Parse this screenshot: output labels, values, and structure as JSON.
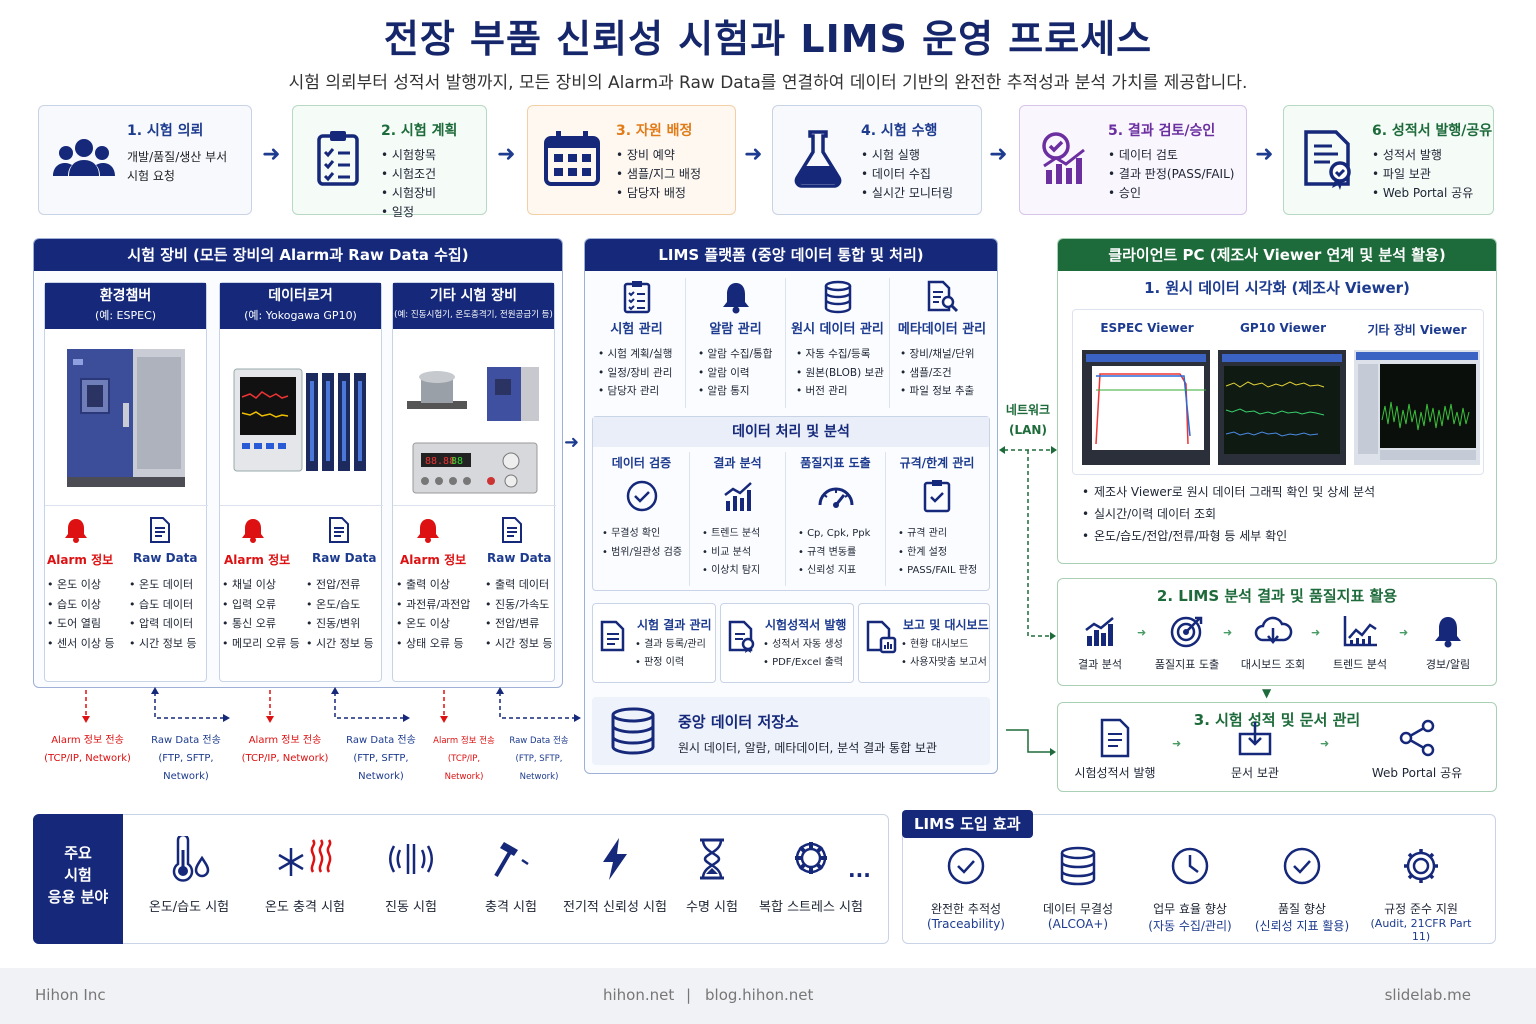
{
  "title": "전장 부품 신뢰성 시험과 LIMS 운영 프로세스",
  "subtitle": "시험 의뢰부터 성적서 발행까지, 모든 장비의 Alarm과 Raw Data를 연결하여 데이터 기반의 완전한 추적성과 분석 가치를 제공합니다.",
  "stages": [
    {
      "title": "1. 시험 의뢰",
      "desc_lines": [
        "개발/품질/생산 부서",
        "시험 요청"
      ],
      "icon": "users-icon",
      "color": "#1d3b8f"
    },
    {
      "title": "2. 시험 계획",
      "items": [
        "시험항목",
        "시험조건",
        "시험장비",
        "일정"
      ],
      "icon": "clipboard-icon",
      "color": "#1d6b3a"
    },
    {
      "title": "3. 자원 배정",
      "items": [
        "장비 예약",
        "샘플/지그 배정",
        "담당자 배정"
      ],
      "icon": "calendar-icon",
      "color": "#e07b18"
    },
    {
      "title": "4. 시험 수행",
      "items": [
        "시험 실행",
        "데이터 수집",
        "실시간 모니터링"
      ],
      "icon": "flask-icon",
      "color": "#1d3b8f"
    },
    {
      "title": "5. 결과 검토/승인",
      "items": [
        "데이터 검토",
        "결과 판정(PASS/FAIL)",
        "승인"
      ],
      "icon": "review-chart-icon",
      "color": "#6b2fa0"
    },
    {
      "title": "6. 성적서 발행/공유",
      "items": [
        "성적서 발행",
        "파일 보관",
        "Web Portal 공유"
      ],
      "icon": "certificate-icon",
      "color": "#1d6b3a"
    }
  ],
  "equipment": {
    "header": "시험 장비 (모든 장비의 Alarm과 Raw Data 수집)",
    "columns": [
      {
        "name": "환경챔버",
        "example": "(예: ESPEC)",
        "alarm_title": "Alarm 정보",
        "alarm_items": [
          "온도 이상",
          "습도 이상",
          "도어 열림",
          "센서 이상 등"
        ],
        "raw_title": "Raw Data",
        "raw_items": [
          "온도 데이터",
          "습도 데이터",
          "압력 데이터",
          "시간 정보 등"
        ]
      },
      {
        "name": "데이터로거",
        "example": "(예: Yokogawa GP10)",
        "alarm_title": "Alarm 정보",
        "alarm_items": [
          "채널 이상",
          "입력 오류",
          "통신 오류",
          "메모리 오류 등"
        ],
        "raw_title": "Raw Data",
        "raw_items": [
          "전압/전류",
          "온도/습도",
          "진동/변위",
          "시간 정보 등"
        ]
      },
      {
        "name": "기타 시험 장비",
        "example": "(예: 진동시험기, 온도충격기, 전원공급기 등)",
        "alarm_title": "Alarm 정보",
        "alarm_items": [
          "출력 이상",
          "과전류/과전압",
          "온도 이상",
          "상태 오류 등"
        ],
        "raw_title": "Raw Data",
        "raw_items": [
          "출력 데이터",
          "진동/가속도",
          "전압/변류",
          "시간 정보 등"
        ]
      }
    ],
    "transfers": [
      {
        "label": "Alarm 정보 전송",
        "proto": "(TCP/IP, Network)",
        "kind": "alarm"
      },
      {
        "label": "Raw Data 전송",
        "proto": "(FTP, SFTP, Network)",
        "kind": "raw"
      },
      {
        "label": "Alarm 정보 전송",
        "proto": "(TCP/IP, Network)",
        "kind": "alarm"
      },
      {
        "label": "Raw Data 전송",
        "proto": "(FTP, SFTP, Network)",
        "kind": "raw"
      },
      {
        "label": "Alarm 정보 전송",
        "proto": "(TCP/IP, Network)",
        "kind": "alarm"
      },
      {
        "label": "Raw Data 전송",
        "proto": "(FTP, SFTP, Network)",
        "kind": "raw"
      }
    ]
  },
  "lims": {
    "header": "LIMS 플랫폼 (중앙 데이터 통합 및 처리)",
    "modules": [
      {
        "title": "시험 관리",
        "items": [
          "시험 계획/실행",
          "일정/장비 관리",
          "담당자 관리"
        ],
        "icon": "checklist-icon"
      },
      {
        "title": "알람 관리",
        "items": [
          "알람 수집/통합",
          "알람 이력",
          "알람 통지"
        ],
        "icon": "bell-icon"
      },
      {
        "title": "원시 데이터 관리",
        "items": [
          "자동 수집/등록",
          "원본(BLOB) 보관",
          "버전 관리"
        ],
        "icon": "database-icon"
      },
      {
        "title": "메타데이터 관리",
        "items": [
          "장비/채널/단위",
          "샘플/조건",
          "파일 정보 추출"
        ],
        "icon": "file-search-icon"
      }
    ],
    "processing_header": "데이터 처리 및 분석",
    "processing": [
      {
        "title": "데이터 검증",
        "items": [
          "무결성 확인",
          "범위/일관성 검증"
        ],
        "icon": "check-circle-icon"
      },
      {
        "title": "결과 분석",
        "items": [
          "트렌드 분석",
          "비교 분석",
          "이상치 탐지"
        ],
        "icon": "bar-chart-icon"
      },
      {
        "title": "품질지표 도출",
        "items": [
          "Cp, Cpk, Ppk",
          "규격 변동률",
          "신뢰성 지표"
        ],
        "icon": "gauge-icon"
      },
      {
        "title": "규격/한계 관리",
        "items": [
          "규격 관리",
          "한계 설정",
          "PASS/FAIL 판정"
        ],
        "icon": "clipboard-check-icon"
      }
    ],
    "outputs": [
      {
        "title": "시험 결과 관리",
        "items": [
          "결과 등록/관리",
          "판정 이력"
        ],
        "icon": "doc-list-icon"
      },
      {
        "title": "시험성적서 발행",
        "items": [
          "성적서 자동 생성",
          "PDF/Excel 출력"
        ],
        "icon": "certificate-icon"
      },
      {
        "title": "보고 및 대시보드",
        "items": [
          "현황 대시보드",
          "사용자맞춤 보고서"
        ],
        "icon": "report-icon"
      }
    ],
    "storage_title": "중앙 데이터 저장소",
    "storage_desc": "원시 데이터, 알람, 메타데이터, 분석 결과 통합 보관"
  },
  "network": {
    "line1": "네트워크",
    "line2": "(LAN)"
  },
  "client": {
    "header": "클라이언트 PC (제조사 Viewer 연계 및 분석 활용)",
    "viewer_title": "1. 원시 데이터 시각화 (제조사 Viewer)",
    "viewers": [
      "ESPEC Viewer",
      "GP10 Viewer",
      "기타 장비 Viewer"
    ],
    "viewer_bullets": [
      "제조사 Viewer로 원시 데이터 그래픽 확인 및 상세 분석",
      "실시간/이력 데이터 조회",
      "온도/습도/전압/전류/파형 등 세부 확인"
    ],
    "analysis_title": "2. LIMS 분석 결과 및 품질지표 활용",
    "analysis_steps": [
      {
        "label": "결과 분석",
        "icon": "bar-chart-icon"
      },
      {
        "label": "품질지표 도출",
        "icon": "target-icon"
      },
      {
        "label": "대시보드 조회",
        "icon": "cloud-icon"
      },
      {
        "label": "트렌드 분석",
        "icon": "trend-icon"
      },
      {
        "label": "경보/알림",
        "icon": "bell-icon"
      }
    ],
    "docs_title": "3. 시험 성적 및 문서 관리",
    "docs_steps": [
      {
        "label": "시험성적서 발행",
        "icon": "document-icon"
      },
      {
        "label": "문서 보관",
        "icon": "archive-icon"
      },
      {
        "label": "Web Portal 공유",
        "icon": "share-icon"
      }
    ]
  },
  "applications": {
    "label_lines": [
      "주요",
      "시험",
      "응용 분야"
    ],
    "items": [
      {
        "label": "온도/습도 시험",
        "icon": "thermometer-icon"
      },
      {
        "label": "온도 충격 시험",
        "icon": "snowflake-heat-icon"
      },
      {
        "label": "진동 시험",
        "icon": "vibration-icon"
      },
      {
        "label": "충격 시험",
        "icon": "hammer-icon"
      },
      {
        "label": "전기적 신뢰성 시험",
        "icon": "lightning-icon"
      },
      {
        "label": "수명 시험",
        "icon": "hourglass-icon"
      },
      {
        "label": "복합 스트레스 시험",
        "icon": "gear-icon"
      }
    ],
    "more": "..."
  },
  "effects": {
    "title": "LIMS 도입 효과",
    "items": [
      {
        "title": "완전한 추적성",
        "sub": "(Traceability)",
        "icon": "check-circle-icon"
      },
      {
        "title": "데이터 무결성",
        "sub": "(ALCOA+)",
        "icon": "database-icon"
      },
      {
        "title": "업무 효율 향상",
        "sub": "(자동 수집/관리)",
        "icon": "clock-icon"
      },
      {
        "title": "품질 향상",
        "sub": "(신뢰성 지표 활용)",
        "icon": "check-circle-icon"
      },
      {
        "title": "규정 준수 지원",
        "sub": "(Audit, 21CFR Part 11)",
        "icon": "gear-icon"
      }
    ]
  },
  "footer": {
    "left": "Hihon Inc",
    "center1": "hihon.net",
    "sep": "|",
    "center2": "blog.hihon.net",
    "right": "slidelab.me"
  },
  "colors": {
    "navy": "#15287a",
    "green": "#1d6b3a",
    "red": "#d11111",
    "orange": "#e07b18",
    "purple": "#6b2fa0"
  }
}
